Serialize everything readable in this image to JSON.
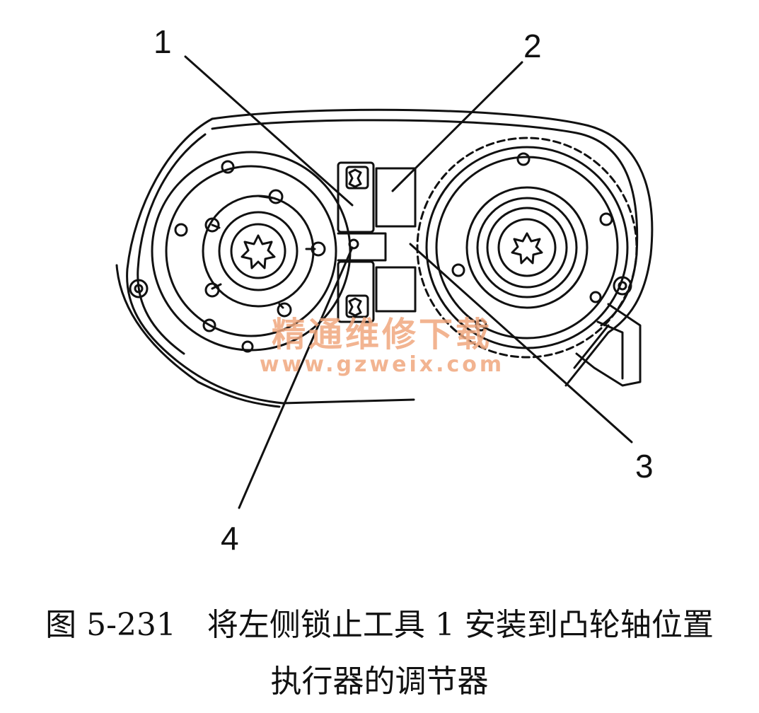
{
  "callouts": {
    "c1": "1",
    "c2": "2",
    "c3": "3",
    "c4": "4"
  },
  "watermark": {
    "text_cn": "精通维修下载",
    "url": "www.gzweix.com"
  },
  "caption": {
    "line1": "图 5-231　将左侧锁止工具 1 安装到凸轮轴位置",
    "line2": "执行器的调节器"
  }
}
